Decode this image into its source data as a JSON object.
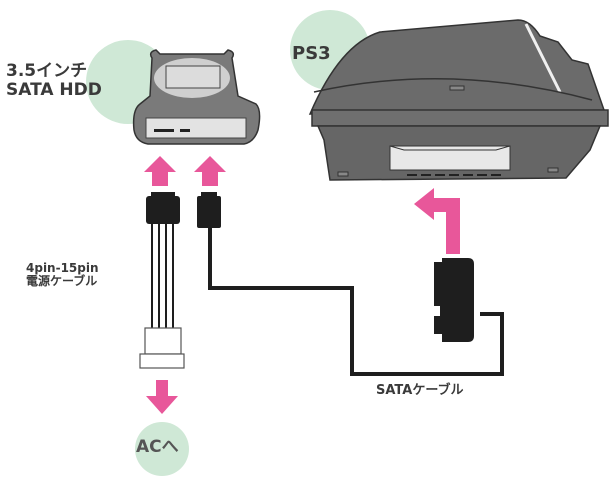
{
  "labels": {
    "hdd_line1": "3.5インチ",
    "hdd_line2": "SATA HDD",
    "ps3": "PS3",
    "power_cable_line1": "4pin-15pin",
    "power_cable_line2": "電源ケーブル",
    "sata_cable": "SATAケーブル",
    "ac": "ACへ"
  },
  "colors": {
    "arrow": "#e8579a",
    "circle": "#cfe8d6",
    "device": "#6b6b6b",
    "cable": "#1e1e1e"
  }
}
